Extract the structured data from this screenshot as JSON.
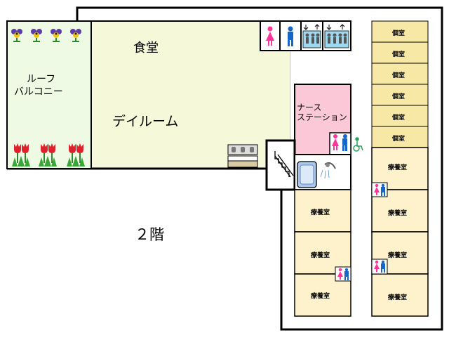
{
  "floor_label": "２階",
  "rooms": {
    "dining": "食堂",
    "dayroom": "デイルーム",
    "roof_balcony": [
      "ルーフ",
      "バルコニー"
    ],
    "nurse_station": [
      "ナース",
      "ステーション"
    ],
    "private_rooms": [
      "個室",
      "個室",
      "個室",
      "個室",
      "個室",
      "個室"
    ],
    "care_rooms_left": [
      "療養室",
      "療養室",
      "療養室"
    ],
    "care_rooms_right": [
      "療養室",
      "療養室",
      "療養室",
      "療養室"
    ]
  },
  "icons": [
    "female-toilet-icon",
    "male-toilet-icon",
    "elevator-icon",
    "stairs-icon",
    "bathtub-icon",
    "shower-icon",
    "wheelchair-icon",
    "tulip-icon",
    "pansy-icon",
    "wash-basin-icon"
  ],
  "colors": {
    "dayroom_fill": "#f6f8da",
    "balcony_fill": "#eefae3",
    "nurse_fill": "#fbc8d8",
    "room_fill": "#fdf2cc",
    "private_fill": "#f8e8a6",
    "wall": "#000000",
    "female": "#ff3399",
    "male": "#1566c8",
    "wheelchair": "#2aa15a"
  }
}
